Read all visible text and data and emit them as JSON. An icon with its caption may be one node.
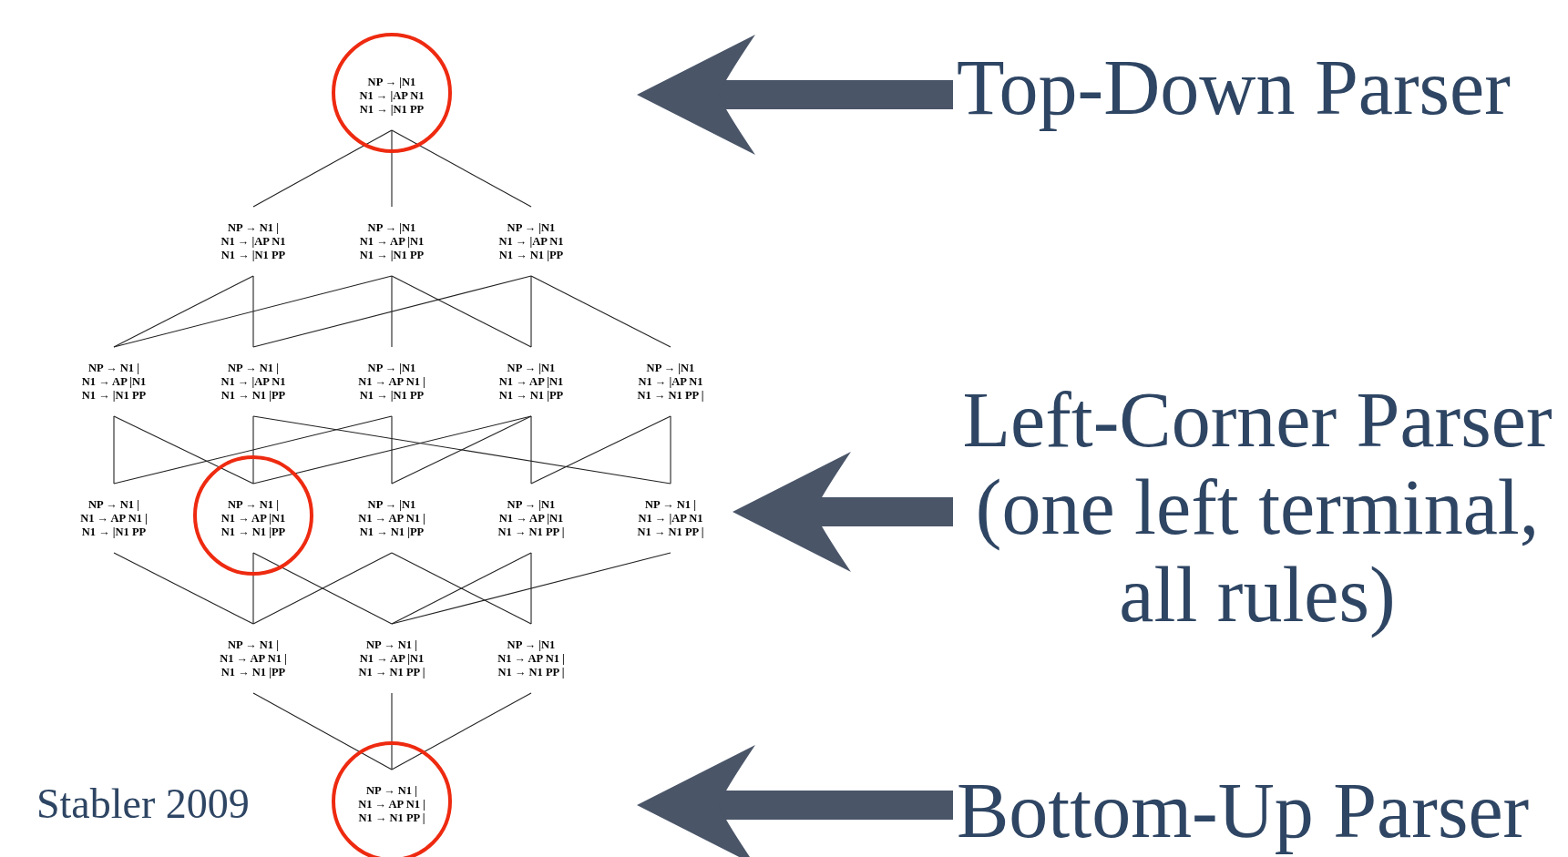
{
  "diagram": {
    "nodes": [
      {
        "text": [
          "NP → |N1",
          "N1 → |AP N1",
          "N1 → |N1 PP"
        ]
      },
      {
        "text": [
          "NP → N1 |",
          "N1 → |AP N1",
          "N1 → |N1 PP"
        ]
      },
      {
        "text": [
          "NP → |N1",
          "N1 → AP |N1",
          "N1 → |N1 PP"
        ]
      },
      {
        "text": [
          "NP → |N1",
          "N1 → |AP N1",
          "N1 → N1 |PP"
        ]
      },
      {
        "text": [
          "NP → N1 |",
          "N1 → AP |N1",
          "N1 → |N1 PP"
        ]
      },
      {
        "text": [
          "NP → N1 |",
          "N1 → |AP N1",
          "N1 → N1 |PP"
        ]
      },
      {
        "text": [
          "NP → |N1",
          "N1 → AP N1 |",
          "N1 → |N1 PP"
        ]
      },
      {
        "text": [
          "NP → |N1",
          "N1 → AP |N1",
          "N1 → N1 |PP"
        ]
      },
      {
        "text": [
          "NP → |N1",
          "N1 → |AP N1",
          "N1 → N1 PP |"
        ]
      },
      {
        "text": [
          "NP → N1 |",
          "N1 → AP N1 |",
          "N1 → |N1 PP"
        ]
      },
      {
        "text": [
          "NP → N1 |",
          "N1 → AP |N1",
          "N1 → N1 |PP"
        ]
      },
      {
        "text": [
          "NP → |N1",
          "N1 → AP N1 |",
          "N1 → N1 |PP"
        ]
      },
      {
        "text": [
          "NP → |N1",
          "N1 → AP |N1",
          "N1 → N1 PP |"
        ]
      },
      {
        "text": [
          "NP → N1 |",
          "N1 → |AP N1",
          "N1 → N1 PP |"
        ]
      },
      {
        "text": [
          "NP → N1 |",
          "N1 → AP N1 |",
          "N1 → N1 |PP"
        ]
      },
      {
        "text": [
          "NP → N1 |",
          "N1 → AP |N1",
          "N1 → N1 PP |"
        ]
      },
      {
        "text": [
          "NP → |N1",
          "N1 → AP N1 |",
          "N1 → N1 PP |"
        ]
      },
      {
        "text": [
          "NP → N1 |",
          "N1 → AP N1 |",
          "N1 → N1 PP |"
        ]
      },
      {
        "text": [
          "Top-Down Parser"
        ]
      },
      {
        "text": [
          "Left-Corner Parser",
          "(one left terminal, all rules)"
        ]
      },
      {
        "text": [
          "Bottom-Up Parser"
        ]
      }
    ],
    "edges": [
      {
        "from": 0,
        "to": 1,
        "arrow": "none"
      },
      {
        "from": 0,
        "to": 2,
        "arrow": "none"
      },
      {
        "from": 0,
        "to": 3,
        "arrow": "none"
      },
      {
        "from": 1,
        "to": 4,
        "arrow": "none"
      },
      {
        "from": 1,
        "to": 5,
        "arrow": "none"
      },
      {
        "from": 2,
        "to": 4,
        "arrow": "none"
      },
      {
        "from": 2,
        "to": 6,
        "arrow": "none"
      },
      {
        "from": 2,
        "to": 7,
        "arrow": "none"
      },
      {
        "from": 3,
        "to": 5,
        "arrow": "none"
      },
      {
        "from": 3,
        "to": 7,
        "arrow": "none"
      },
      {
        "from": 3,
        "to": 8,
        "arrow": "none"
      },
      {
        "from": 4,
        "to": 9,
        "arrow": "none"
      },
      {
        "from": 4,
        "to": 10,
        "arrow": "none"
      },
      {
        "from": 5,
        "to": 10,
        "arrow": "none"
      },
      {
        "from": 5,
        "to": 13,
        "arrow": "none"
      },
      {
        "from": 6,
        "to": 9,
        "arrow": "none"
      },
      {
        "from": 6,
        "to": 11,
        "arrow": "none"
      },
      {
        "from": 7,
        "to": 10,
        "arrow": "none"
      },
      {
        "from": 7,
        "to": 11,
        "arrow": "none"
      },
      {
        "from": 7,
        "to": 12,
        "arrow": "none"
      },
      {
        "from": 8,
        "to": 13,
        "arrow": "none"
      },
      {
        "from": 8,
        "to": 12,
        "arrow": "none"
      },
      {
        "from": 9,
        "to": 14,
        "arrow": "none"
      },
      {
        "from": 10,
        "to": 14,
        "arrow": "none"
      },
      {
        "from": 10,
        "to": 15,
        "arrow": "none"
      },
      {
        "from": 11,
        "to": 14,
        "arrow": "none"
      },
      {
        "from": 11,
        "to": 16,
        "arrow": "none"
      },
      {
        "from": 12,
        "to": 15,
        "arrow": "none"
      },
      {
        "from": 12,
        "to": 16,
        "arrow": "none"
      },
      {
        "from": 13,
        "to": 15,
        "arrow": "none"
      },
      {
        "from": 14,
        "to": 17,
        "arrow": "none"
      },
      {
        "from": 15,
        "to": 17,
        "arrow": "none"
      },
      {
        "from": 16,
        "to": 17,
        "arrow": "none"
      },
      {
        "from": 18,
        "to": null,
        "arrow": "to",
        "style": "thick",
        "color": "#4a5568"
      },
      {
        "from": 19,
        "to": 13,
        "arrow": "to",
        "style": "thick",
        "color": "#4a5568"
      },
      {
        "from": 20,
        "to": null,
        "arrow": "to",
        "style": "thick",
        "color": "#4a5568"
      }
    ],
    "labels": [
      "Stabler 2009"
    ]
  }
}
